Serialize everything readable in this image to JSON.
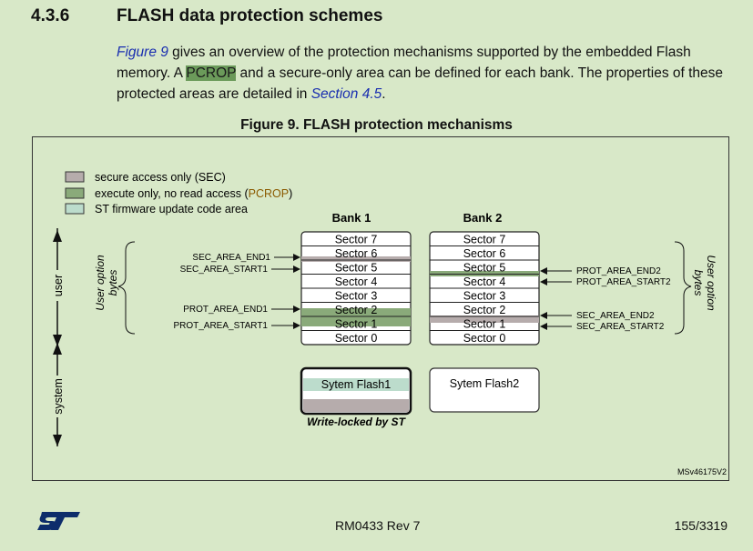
{
  "section": {
    "number": "4.3.6",
    "title": "FLASH data protection schemes"
  },
  "paragraph": {
    "link1": "Figure 9",
    "part1": " gives an overview of the protection mechanisms supported by the embedded Flash memory. A ",
    "highlight": "PCROP",
    "part2": " and a secure-only area can be defined for each bank. The properties of these protected areas are detailed in ",
    "link2": "Section 4.5",
    "part3": "."
  },
  "figure": {
    "title": "Figure 9. FLASH protection mechanisms",
    "legend": {
      "sec": "secure access only (SEC)",
      "pcrop_pre": "execute only, no read access (",
      "pcrop_hl": "PCROP",
      "pcrop_post": ")",
      "fw": "ST firmware update code area"
    },
    "bank1": {
      "title": "Bank 1",
      "sectors": [
        "Sector 7",
        "Sector 6",
        "Sector 5",
        "Sector 4",
        "Sector 3",
        "Sector 2",
        "Sector 1",
        "Sector 0"
      ]
    },
    "bank2": {
      "title": "Bank 2",
      "sectors": [
        "Sector 7",
        "Sector 6",
        "Sector 5",
        "Sector 4",
        "Sector 3",
        "Sector 2",
        "Sector 1",
        "Sector 0"
      ]
    },
    "left_labels": {
      "sec_end": "SEC_AREA_END1",
      "sec_start": "SEC_AREA_START1",
      "prot_end": "PROT_AREA_END1",
      "prot_start": "PROT_AREA_START1"
    },
    "right_labels": {
      "prot_end": "PROT_AREA_END2",
      "prot_start": "PROT_AREA_START2",
      "sec_end": "SEC_AREA_END2",
      "sec_start": "SEC_AREA_START2"
    },
    "user_option_bytes": [
      "User option",
      "bytes"
    ],
    "axis_user": "user",
    "axis_system": "system",
    "sysflash1": "Sytem Flash1",
    "sysflash2": "Sytem Flash2",
    "write_locked": "Write-locked by ST",
    "ref": "MSv46175V2",
    "colors": {
      "sec": "#b6acac",
      "pcrop": "#8aaa7a",
      "fw": "#bcdccc"
    }
  },
  "footer": {
    "doc": "RM0433 Rev 7",
    "page": "155/3319",
    "logo_icon": "st-logo-icon"
  }
}
